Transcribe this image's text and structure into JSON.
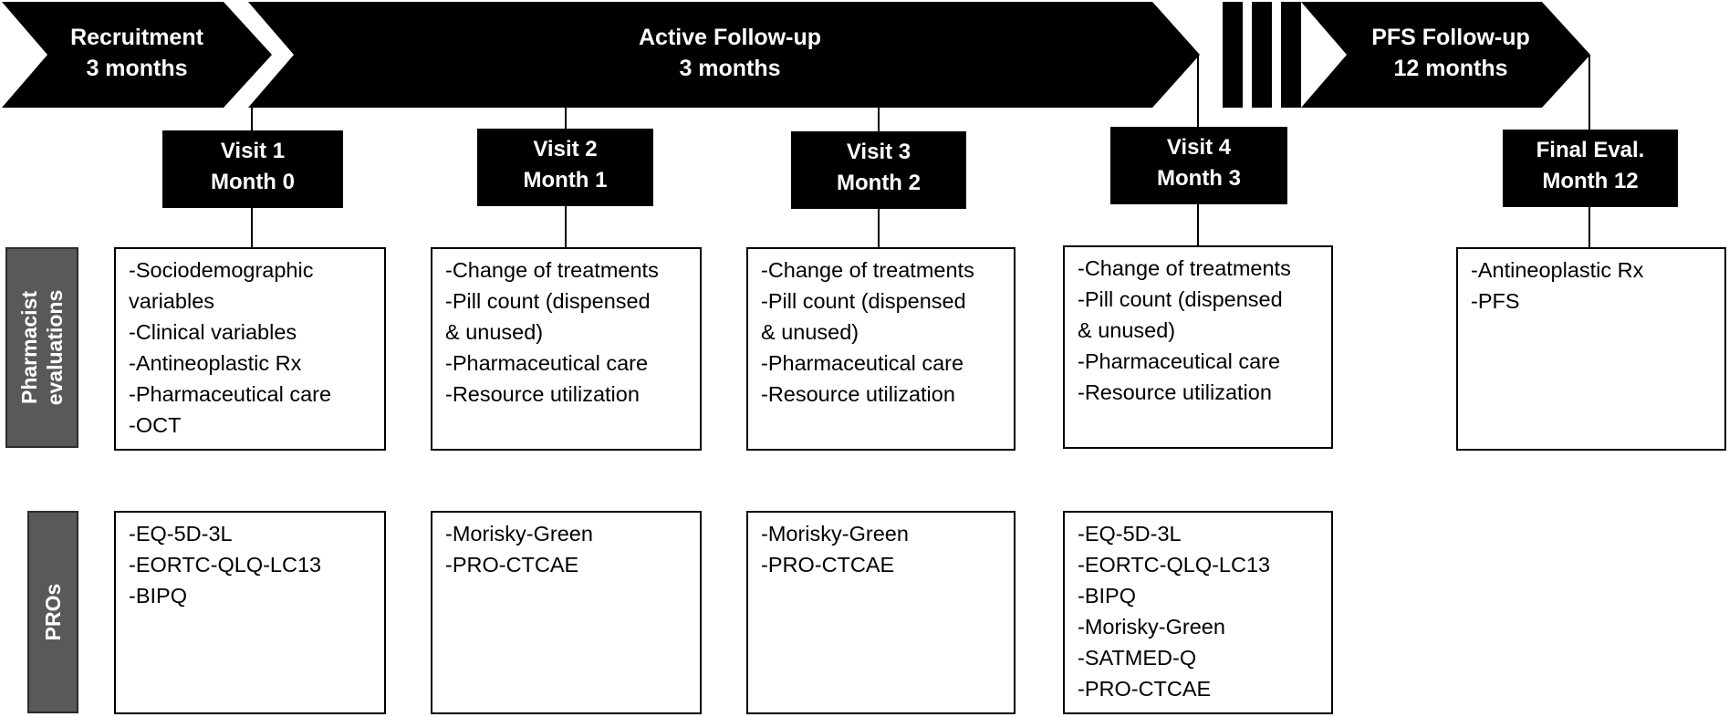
{
  "phases": {
    "recruitment": {
      "title": "Recruitment",
      "duration": "3 months"
    },
    "active": {
      "title": "Active Follow-up",
      "duration": "3 months"
    },
    "pfs": {
      "title": "PFS Follow-up",
      "duration": "12 months"
    }
  },
  "visits": [
    {
      "name": "Visit 1",
      "month": "Month 0"
    },
    {
      "name": "Visit 2",
      "month": "Month 1"
    },
    {
      "name": "Visit 3",
      "month": "Month 2"
    },
    {
      "name": "Visit 4",
      "month": "Month 3"
    },
    {
      "name": "Final Eval.",
      "month": "Month 12"
    }
  ],
  "row_labels": {
    "pharmacist": [
      "Pharmacist",
      "evaluations"
    ],
    "pros": "PROs"
  },
  "pharmacist_evaluations": [
    [
      "-Sociodemographic",
      "variables",
      "-Clinical variables",
      "-Antineoplastic Rx",
      "-Pharmaceutical care",
      "-OCT"
    ],
    [
      "-Change of treatments",
      "-Pill count (dispensed",
      "& unused)",
      "-Pharmaceutical care",
      "-Resource utilization"
    ],
    [
      "-Change of treatments",
      "-Pill count (dispensed",
      "& unused)",
      "-Pharmaceutical care",
      "-Resource utilization"
    ],
    [
      "-Change of treatments",
      "-Pill count (dispensed",
      "& unused)",
      "-Pharmaceutical care",
      "-Resource utilization"
    ],
    [
      "-Antineoplastic Rx",
      "-PFS"
    ]
  ],
  "pros": [
    [
      "-EQ-5D-3L",
      "-EORTC-QLQ-LC13",
      "-BIPQ"
    ],
    [
      "-Morisky-Green",
      "-PRO-CTCAE"
    ],
    [
      "-Morisky-Green",
      "-PRO-CTCAE"
    ],
    [
      "-EQ-5D-3L",
      "-EORTC-QLQ-LC13",
      "-BIPQ",
      "-Morisky-Green",
      "-SATMED-Q",
      "-PRO-CTCAE"
    ]
  ]
}
